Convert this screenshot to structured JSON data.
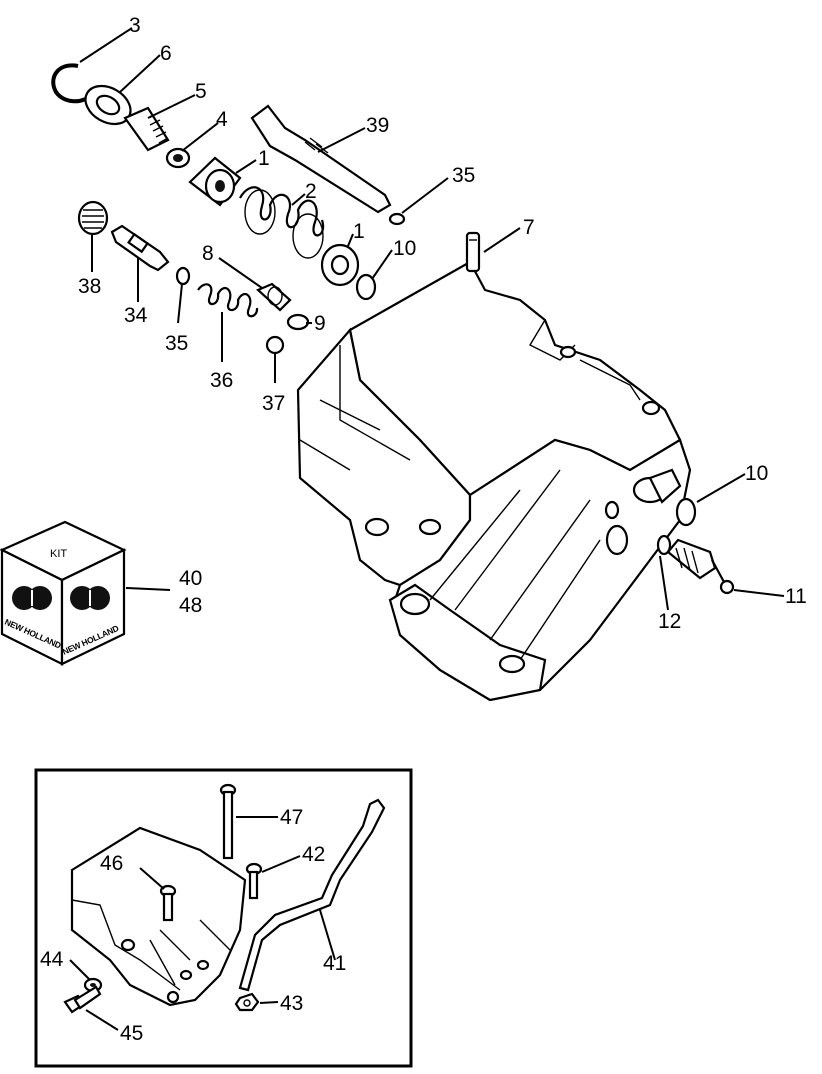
{
  "callouts": {
    "c3": "3",
    "c6": "6",
    "c5": "5",
    "c4": "4",
    "c39": "39",
    "c1a": "1",
    "c2": "2",
    "c35a": "35",
    "c7": "7",
    "c1b": "1",
    "c10a": "10",
    "c8": "8",
    "c38": "38",
    "c34": "34",
    "c35b": "35",
    "c9": "9",
    "c36": "36",
    "c37": "37",
    "c10b": "10",
    "c40": "40",
    "c48": "48",
    "c11": "11",
    "c12": "12",
    "c47": "47",
    "c42": "42",
    "c46": "46",
    "c41": "41",
    "c44": "44",
    "c43": "43",
    "c45": "45"
  },
  "kit": {
    "label": "KIT",
    "brand_left": "NEW HOLLAND",
    "brand_right": "NEW HOLLAND"
  }
}
